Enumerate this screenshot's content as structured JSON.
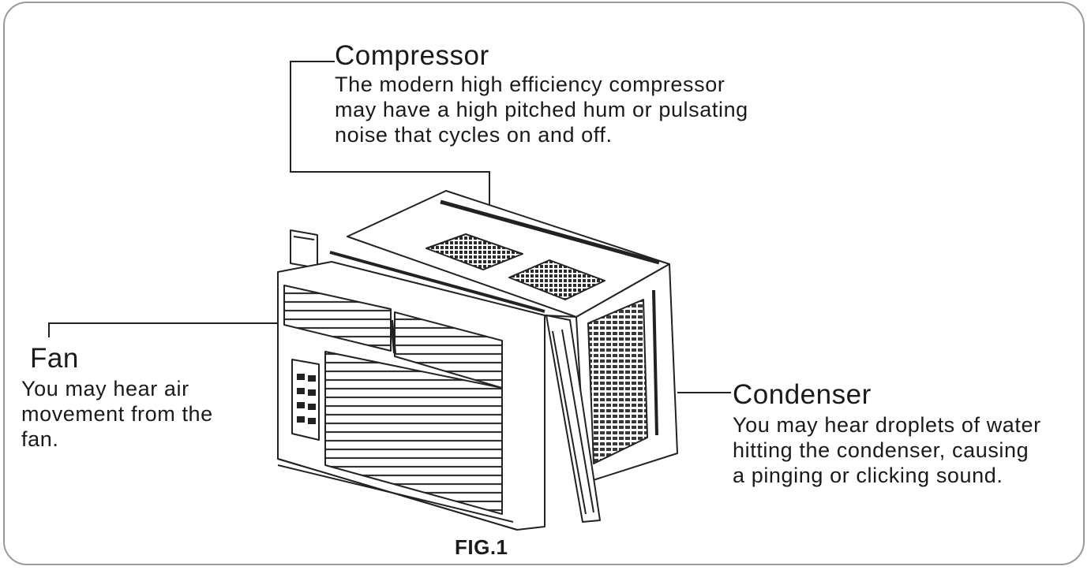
{
  "callouts": {
    "compressor": {
      "title": "Compressor",
      "description": "The modern high efficiency compressor\nmay have a high pitched hum or pulsating\nnoise that cycles on and off."
    },
    "fan": {
      "title": "Fan",
      "description": "You may hear air\nmovement from the\nfan."
    },
    "condenser": {
      "title": "Condenser",
      "description": "You may hear droplets of water\nhitting the condenser, causing\na pinging or clicking sound."
    }
  },
  "figure_caption": "FIG.1",
  "colors": {
    "line": "#222222",
    "frame": "#9a9a9a",
    "unit_fill": "#ffffff",
    "grille": "#2a2a2a"
  },
  "icons": {
    "unit": "window-air-conditioner-illustration"
  }
}
